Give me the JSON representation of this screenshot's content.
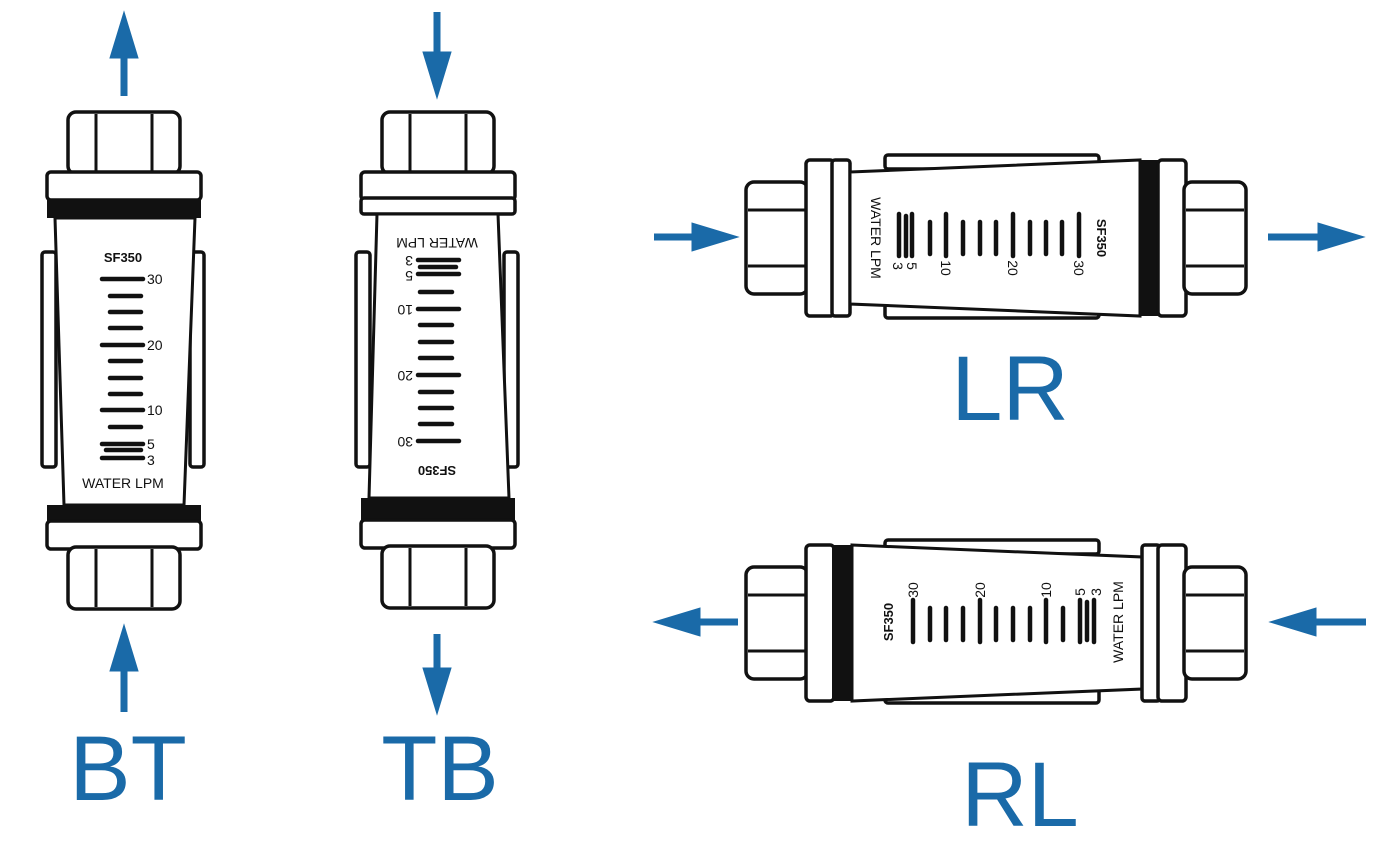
{
  "orientations": [
    {
      "code": "BT",
      "model": "SF350",
      "units": "WATER LPM",
      "ticks": [
        "30",
        "20",
        "10",
        "5",
        "3"
      ]
    },
    {
      "code": "TB",
      "model": "SF350",
      "units": "WATER LPM",
      "ticks": [
        "30",
        "20",
        "10",
        "5",
        "3"
      ]
    },
    {
      "code": "LR",
      "model": "SF350",
      "units": "WATER LPM",
      "ticks": [
        "30",
        "20",
        "10",
        "5",
        "3"
      ]
    },
    {
      "code": "RL",
      "model": "SF350",
      "units": "WATER LPM",
      "ticks": [
        "30",
        "20",
        "10",
        "5",
        "3"
      ]
    }
  ],
  "colors": {
    "accent": "#1a6aa8",
    "ink": "#111111"
  }
}
